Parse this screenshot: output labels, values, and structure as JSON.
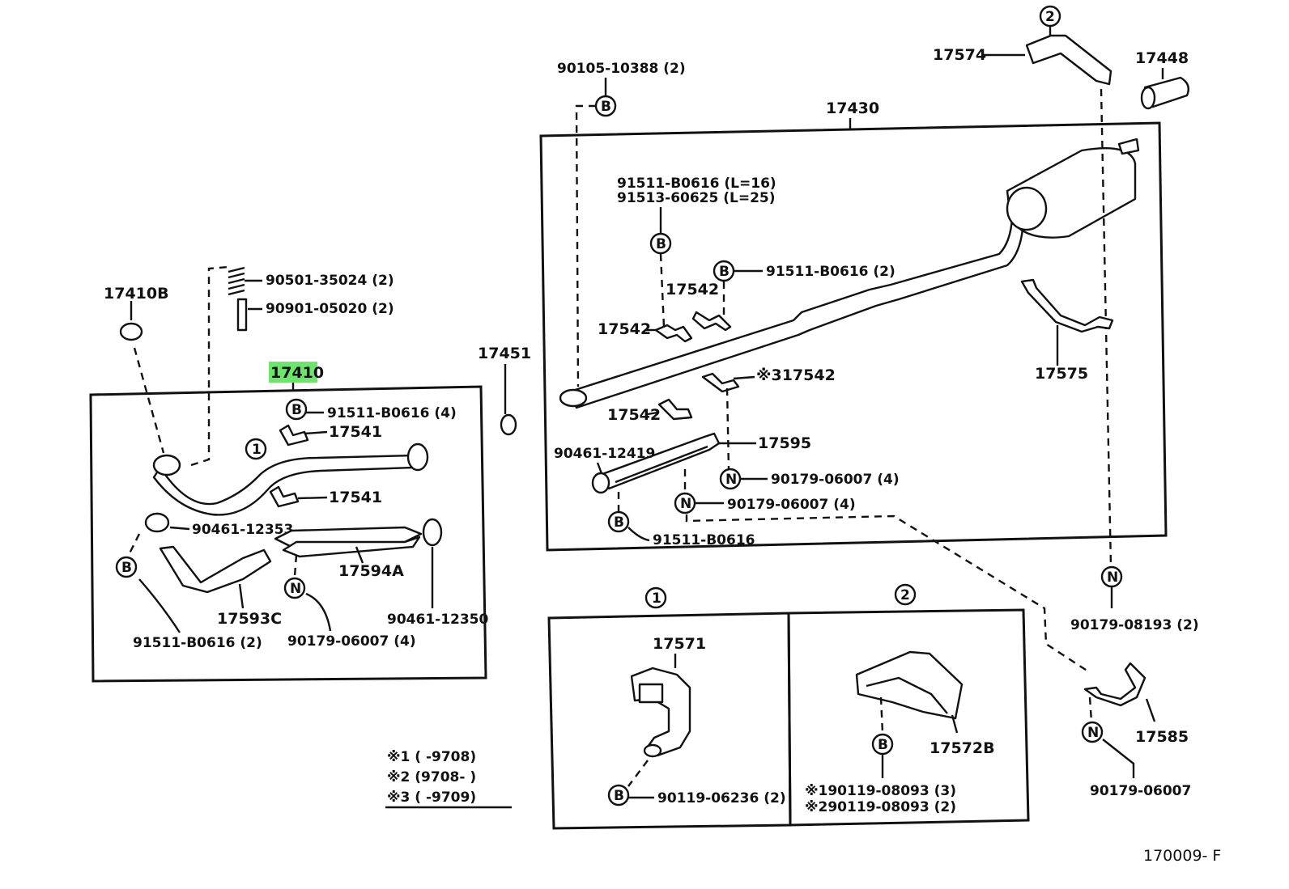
{
  "highlight_part": "17410",
  "highlight_color": "#6ee36e",
  "labels": {
    "p17410": "17410",
    "p17410B": "17410B",
    "p90501": "90501-35024 (2)",
    "p90901": "90901-05020 (2)",
    "p91511_4": "91511-B0616 (4)",
    "p17541a": "17541",
    "p17541b": "17541",
    "p90461_12353": "90461-12353",
    "p17594A": "17594A",
    "p17593C": "17593C",
    "p90461_12350": "90461-12350",
    "p91511_2a": "91511-B0616 (2)",
    "p90179_4a": "90179-06007 (4)",
    "p17451": "17451",
    "p90105": "90105-10388 (2)",
    "p17430": "17430",
    "p91511_L16": "91511-B0616 (L=16)",
    "p91513_L25": "91513-60625 (L=25)",
    "p91511_2b": "91511-B0616 (2)",
    "p17542a": "17542",
    "p17542b": "17542",
    "p17542c": "※317542",
    "p17542d": "17542",
    "p17595": "17595",
    "p90461_12419": "90461-12419",
    "p90179_4b": "90179-06007 (4)",
    "p90179_4c": "90179-06007 (4)",
    "p91511_b": "91511-B0616",
    "p17574": "17574",
    "p17448": "17448",
    "p17575": "17575",
    "p90179_08193": "90179-08193 (2)",
    "p17585": "17585",
    "p90179_06007": "90179-06007",
    "p17571": "17571",
    "p90119_06236": "90119-06236 (2)",
    "p17572B": "17572B",
    "p90119_3": "※190119-08093 (3)",
    "p90119_2": "※290119-08093 (2)",
    "note1": "※1 (        -9708)",
    "note2": "※2 (9708-          )",
    "note3": "※3 (        -9709)",
    "figure_code": "170009- F"
  },
  "callouts": {
    "one": "1",
    "two": "2",
    "B": "B",
    "N": "N"
  }
}
